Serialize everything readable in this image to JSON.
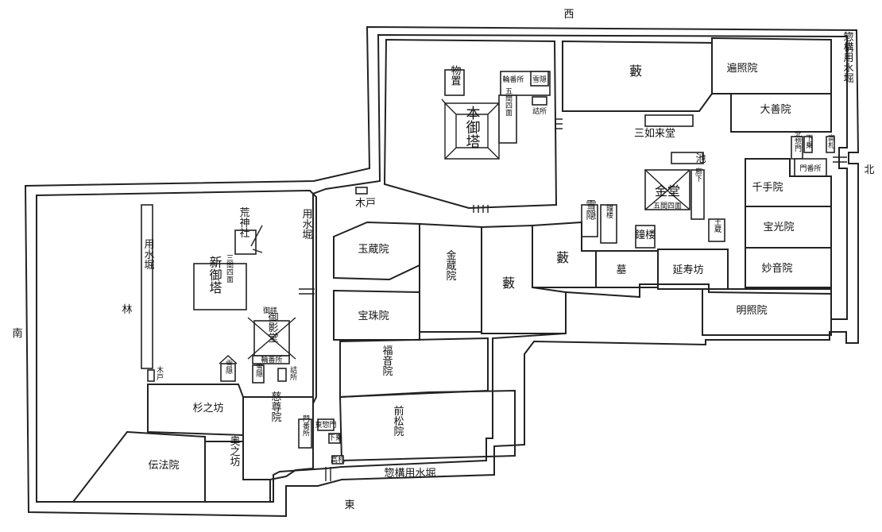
{
  "compass": {
    "west": "西",
    "east": "東",
    "south": "南",
    "north": "北"
  },
  "buildings": {
    "hongoto": "本御塔",
    "butsuya": "物置",
    "rinban_top": "輪番所",
    "setsuin_top": "雪隠",
    "tsumesho_top": "詰所",
    "goken_top": "五間四面",
    "yabu_top": "藪",
    "henshoin": "遍照院",
    "daizenin": "大善院",
    "sanjo_raido": "三如来堂",
    "ike": "池",
    "kindo": "金堂",
    "goken_kindo": "五間四面",
    "rouka": "廊下",
    "setsuin_mid": "雪隠",
    "shuyoza": "鐘楼",
    "dozo": "土蔵",
    "kidou_mid": "木戸",
    "senjuin": "千手院",
    "monban_north": "門番所",
    "kitasomon": "北惣門",
    "gesha": "下乗",
    "takafuda": "高札",
    "hokoin": "宝光院",
    "myoonin": "妙音院",
    "myoshoin": "明照院",
    "enjubo": "延寿坊",
    "haka": "墓",
    "yabu_right": "藪",
    "yabu_center": "藪",
    "gyokuzoin": "玉蔵院",
    "konzoin": "金蔵院",
    "hojuin": "宝珠院",
    "fukuonin": "福音院",
    "zenshoin": "前松院",
    "arakamisha": "荒神社",
    "shingoto": "新御塔",
    "sanken": "三間四面",
    "mieido": "御影堂",
    "gohai": "御拝",
    "rinban_mid": "輪番所",
    "setsuin_left": "雪隠",
    "setsuin_left2": "雪隠",
    "tsumesho_left": "詰所",
    "kido_left": "木戸",
    "hayashi": "林",
    "yosuibori_left": "用水堀",
    "yosuibori_mid": "用水堀",
    "sugi_nobo": "杉之坊",
    "jisonin": "慈尊院",
    "denpoin": "伝法院",
    "oku_nobo": "奥之坊",
    "monban_south": "門番所",
    "higashisomon": "東惣門",
    "gesha_south": "下乗",
    "takafuda_south": "高札",
    "soukamae_south": "惣構用水堀",
    "soukamae_north": "惣構用水堀"
  }
}
